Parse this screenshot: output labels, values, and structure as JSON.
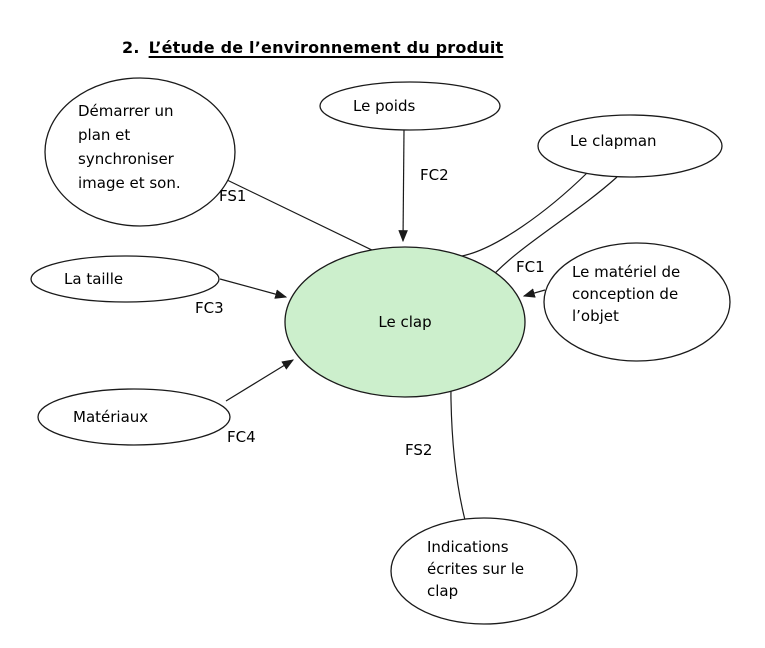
{
  "title": {
    "number": "2.",
    "text": "L’étude de l’environnement du produit"
  },
  "product": {
    "label": "Le clap",
    "fill": "#ccefcc"
  },
  "environment": [
    {
      "id": "demarrer-plan",
      "label": "Démarrer un plan et synchroniser image et son."
    },
    {
      "id": "le-poids",
      "label": "Le poids"
    },
    {
      "id": "le-clapman",
      "label": "Le clapman"
    },
    {
      "id": "la-taille",
      "label": "La taille"
    },
    {
      "id": "materiel-conception",
      "label": "Le matériel de conception de l’objet"
    },
    {
      "id": "materiaux",
      "label": "Matériaux"
    },
    {
      "id": "indications-ecrites",
      "label": "Indications écrites sur le clap"
    }
  ],
  "functions": [
    {
      "id": "fs1",
      "label": "FS1",
      "from": "demarrer-plan",
      "to": "le-clapman"
    },
    {
      "id": "fc2",
      "label": "FC2",
      "from": "le-poids",
      "to": "product"
    },
    {
      "id": "fc3",
      "label": "FC3",
      "from": "la-taille",
      "to": "product"
    },
    {
      "id": "fc4",
      "label": "FC4",
      "from": "materiaux",
      "to": "product"
    },
    {
      "id": "fc1",
      "label": "FC1",
      "from": "materiel-conception",
      "to": "product"
    },
    {
      "id": "fs2",
      "label": "FS2",
      "from": "le-clapman",
      "to": "indications-ecrites"
    }
  ],
  "colors": {
    "product_fill": "#ccefcc",
    "stroke": "#1a1a1a"
  }
}
